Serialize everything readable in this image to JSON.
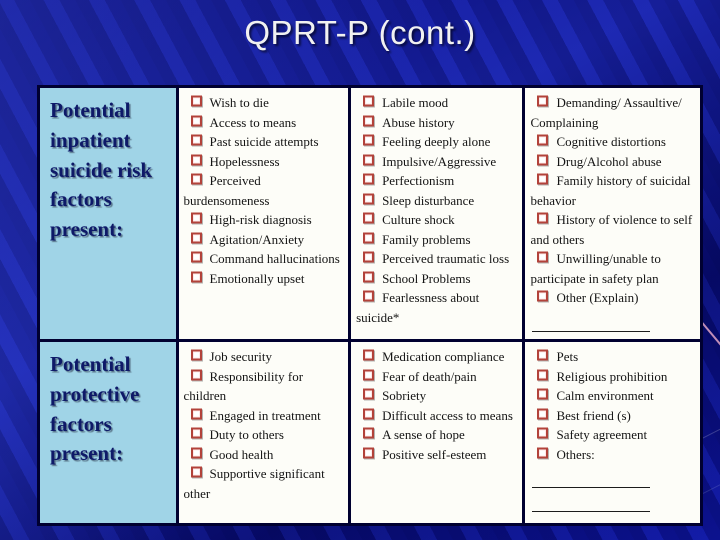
{
  "slide": {
    "title": "QPRT-P (cont.)"
  },
  "table": {
    "rows": [
      {
        "header": "Potential inpatient suicide risk factors present:",
        "columns": [
          {
            "items": [
              "Wish to die",
              "Access to means",
              "Past suicide attempts",
              "Hopelessness",
              "Perceived burdensomeness",
              "High-risk diagnosis",
              "Agitation/Anxiety",
              "Command hallucinations",
              "Emotionally upset"
            ],
            "blank_lines": 0
          },
          {
            "items": [
              "Labile mood",
              "Abuse history",
              "Feeling deeply alone",
              "Impulsive/Aggressive",
              "Perfectionism",
              "Sleep disturbance",
              "Culture shock",
              "Family problems",
              "Perceived traumatic loss",
              "School Problems",
              "Fearlessness about suicide*"
            ],
            "blank_lines": 0
          },
          {
            "items": [
              "Demanding/ Assaultive/ Complaining",
              "Cognitive distortions",
              "Drug/Alcohol abuse",
              "Family history of suicidal behavior",
              "History of violence to self and others",
              "Unwilling/unable to participate in safety plan",
              "Other (Explain)"
            ],
            "blank_lines": 1
          }
        ]
      },
      {
        "header": "Potential protective factors present:",
        "columns": [
          {
            "items": [
              "Job security",
              "Responsibility for children",
              "Engaged in treatment",
              "Duty to others",
              "Good health",
              "Supportive significant other"
            ],
            "blank_lines": 0
          },
          {
            "items": [
              "Medication compliance",
              "Fear of death/pain",
              "Sobriety",
              "Difficult access to means",
              "A sense of hope",
              "Positive self-esteem"
            ],
            "blank_lines": 0
          },
          {
            "items": [
              "Pets",
              "Religious prohibition",
              "Calm environment",
              "Best friend (s)",
              "Safety agreement",
              "Others:"
            ],
            "blank_lines": 2
          }
        ]
      }
    ]
  },
  "icons": {
    "checkbox": "empty-red-checkbox"
  },
  "colors": {
    "slide_background": "#0c1190",
    "title_text": "#f1f1f1",
    "header_cell_bg": "#a0d4e7",
    "header_cell_text": "#0e1968",
    "cell_bg": "#fdfdf8",
    "cell_text": "#141414",
    "table_border": "#000030",
    "checkbox_border": "#b2423a",
    "decorative_line_pink": "#ffb9d2"
  }
}
